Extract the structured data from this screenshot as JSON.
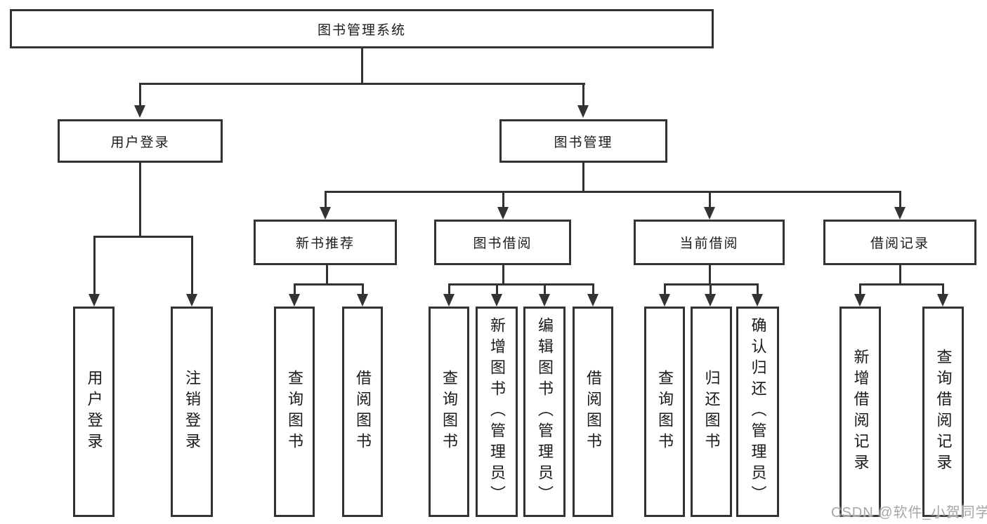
{
  "diagram": {
    "title": "图书管理系统",
    "type": "function-structure-tree",
    "colors": {
      "line": "#333333",
      "text": "#1a1a1a",
      "watermark": "#a6a6a6",
      "bg": "#ffffff"
    },
    "nodes": {
      "root": {
        "label": "图书管理系统"
      },
      "user_login": {
        "label": "用户登录"
      },
      "book_mgmt": {
        "label": "图书管理"
      },
      "new_book_rec": {
        "label": "新书推荐"
      },
      "book_borrow": {
        "label": "图书借阅"
      },
      "current_borrow": {
        "label": "当前借阅"
      },
      "borrow_records": {
        "label": "借阅记录"
      },
      "ul_user_login": {
        "label": "用户登录"
      },
      "ul_logout": {
        "label": "注销登录"
      },
      "nb_query": {
        "label": "查询图书"
      },
      "nb_borrow": {
        "label": "借阅图书"
      },
      "bb_query": {
        "label": "查询图书"
      },
      "bb_add": {
        "label": "新增图书（管理员）"
      },
      "bb_edit": {
        "label": "编辑图书（管理员）"
      },
      "bb_borrow": {
        "label": "借阅图书"
      },
      "cb_query": {
        "label": "查询图书"
      },
      "cb_return": {
        "label": "归还图书"
      },
      "cb_confirm": {
        "label": "确认归还（管理员）"
      },
      "br_add": {
        "label": "新增借阅记录"
      },
      "br_query": {
        "label": "查询借阅记录"
      }
    },
    "structure": {
      "root": "图书管理系统",
      "children": [
        {
          "label": "用户登录",
          "children": [
            "用户登录",
            "注销登录"
          ]
        },
        {
          "label": "图书管理",
          "children": [
            {
              "label": "新书推荐",
              "children": [
                "查询图书",
                "借阅图书"
              ]
            },
            {
              "label": "图书借阅",
              "children": [
                "查询图书",
                "新增图书（管理员）",
                "编辑图书（管理员）",
                "借阅图书"
              ]
            },
            {
              "label": "当前借阅",
              "children": [
                "查询图书",
                "归还图书",
                "确认归还（管理员）"
              ]
            },
            {
              "label": "借阅记录",
              "children": [
                "新增借阅记录",
                "查询借阅记录"
              ]
            }
          ]
        }
      ]
    },
    "watermark": "CSDN @软件_小贺同学"
  }
}
